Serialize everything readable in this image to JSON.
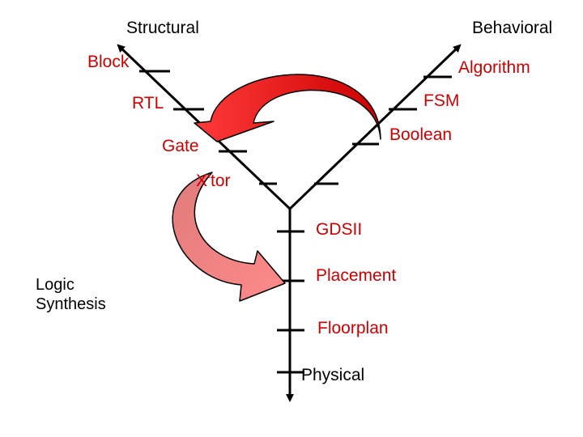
{
  "domains": {
    "structural": "Structural",
    "behavioral": "Behavioral",
    "physical": "Physical"
  },
  "structural_levels": [
    "Block",
    "RTL",
    "Gate",
    "X'tor"
  ],
  "behavioral_levels": [
    "Algorithm",
    "FSM",
    "Boolean"
  ],
  "physical_levels": [
    "GDSII",
    "Placement",
    "Floorplan"
  ],
  "process_label": [
    "Logic",
    "Synthesis"
  ],
  "colors": {
    "axis": "#000000",
    "label_red": "#cc0000",
    "top_arrow_dark": "#cc0000",
    "top_arrow_light": "#ff3333",
    "bottom_arrow_dark": "#e07070",
    "bottom_arrow_light": "#ff8a8a"
  },
  "icons": [
    "y-chart-axes",
    "synthesis-arrow-top",
    "synthesis-arrow-bottom"
  ]
}
